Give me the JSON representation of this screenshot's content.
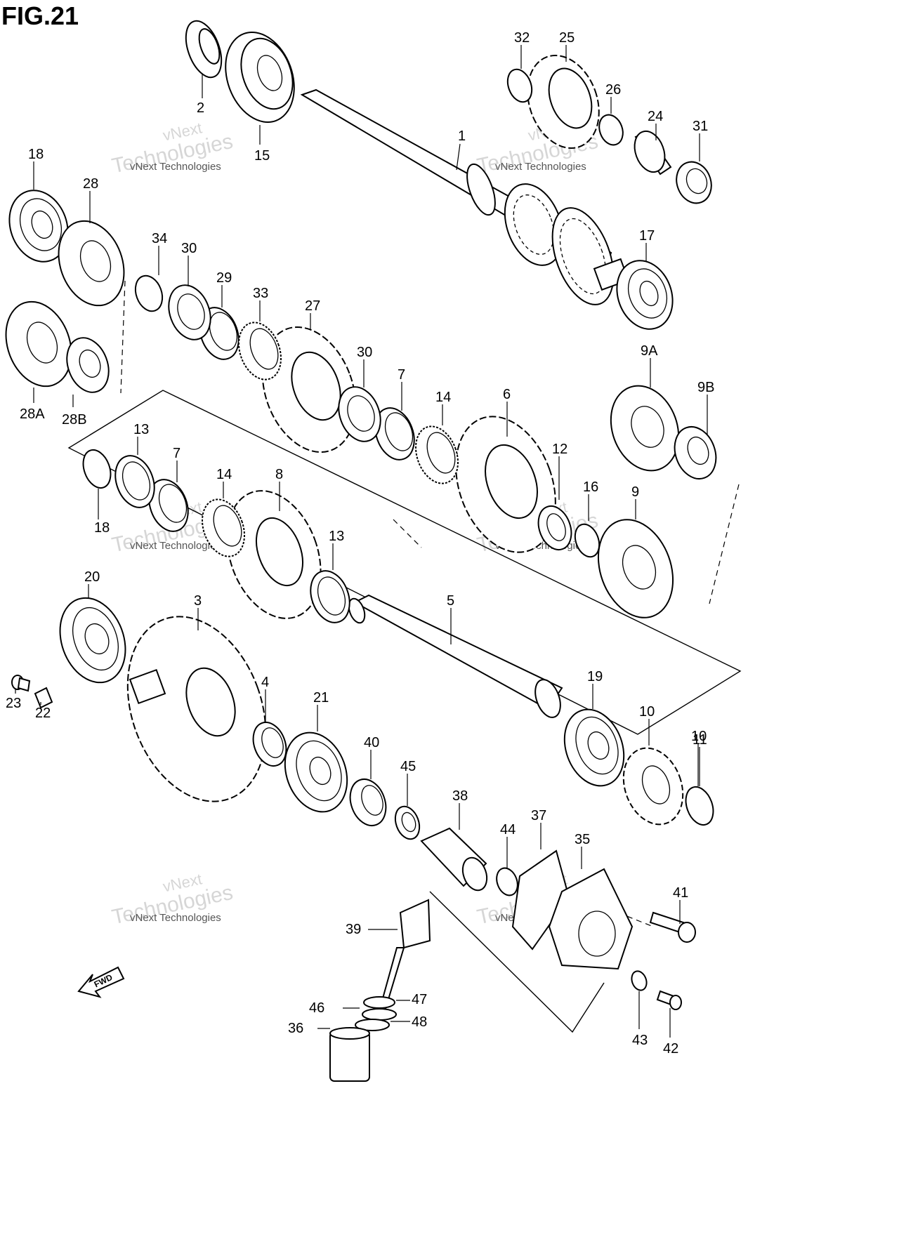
{
  "figure": {
    "title": "FIG.21"
  },
  "watermark": {
    "line1": "vNext",
    "line2": "Technologies",
    "small": "vNext Technologies"
  },
  "fwd_label": "FWD",
  "callouts": [
    "1",
    "2",
    "3",
    "4",
    "5",
    "6",
    "7",
    "8",
    "9",
    "9A",
    "9B",
    "10",
    "11",
    "12",
    "13",
    "14",
    "15",
    "16",
    "17",
    "18",
    "19",
    "20",
    "21",
    "22",
    "23",
    "24",
    "25",
    "26",
    "27",
    "28",
    "28A",
    "28B",
    "29",
    "30",
    "31",
    "32",
    "33",
    "34",
    "35",
    "36",
    "37",
    "38",
    "39",
    "40",
    "41",
    "42",
    "43",
    "44",
    "45",
    "46",
    "47",
    "48"
  ]
}
